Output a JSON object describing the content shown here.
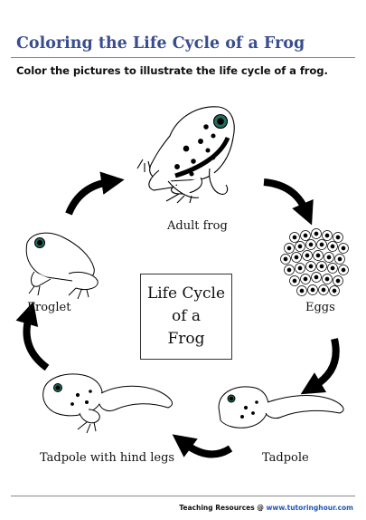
{
  "title": "Coloring the Life Cycle of a Frog",
  "instruction": "Color the pictures to illustrate the life cycle of a frog.",
  "center": {
    "line1": "Life Cycle",
    "line2": "of a",
    "line3": "Frog"
  },
  "stages": {
    "adult_frog": "Adult frog",
    "eggs": "Eggs",
    "tadpole": "Tadpole",
    "tadpole_hind_legs": "Tadpole with hind legs",
    "froglet": "Froglet"
  },
  "footer": {
    "prefix": "Teaching Resources @ ",
    "url": "www.tutoringhour.com"
  },
  "colors": {
    "title": "#3a4e8e",
    "eye": "#1f6e5e",
    "url": "#2456b8",
    "rule": "#8a8a8a"
  }
}
